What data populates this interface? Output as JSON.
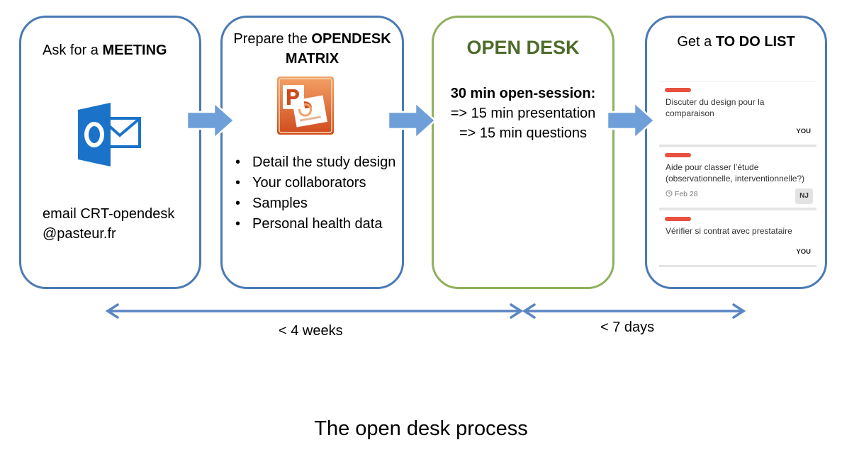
{
  "steps": [
    {
      "title_prefix": "Ask for a ",
      "title_bold": "MEETING",
      "icon": "outlook-icon",
      "email_line1": "email CRT-opendesk",
      "email_line2": "@pasteur.fr"
    },
    {
      "title_prefix": "Prepare the ",
      "title_bold": "OPENDESK MATRIX",
      "icon": "powerpoint-icon",
      "items": [
        "Detail the study design",
        "Your collaborators",
        "Samples",
        "Personal health data"
      ]
    },
    {
      "title": "OPEN DESK",
      "line1": "30 min open-session:",
      "line2": "=> 15 min presentation",
      "line3": "=> 15 min questions"
    },
    {
      "title_prefix": "Get a ",
      "title_bold": "TO DO LIST",
      "cards": [
        {
          "text": "Discuter du design pour la comparaison",
          "owner": "YOU"
        },
        {
          "text": "Aide pour classer l’étude (observationnelle, interventionnelle?)",
          "date": "Feb 28",
          "owner": "NJ"
        },
        {
          "text": "Vérifier si contrat avec prestataire",
          "owner": "YOU"
        }
      ]
    }
  ],
  "timeline": {
    "label_weeks": "< 4 weeks",
    "label_days": "< 7 days"
  },
  "caption": "The open desk process",
  "colors": {
    "box_border": "#4a7ab5",
    "open_desk_border": "#8fb05a",
    "open_desk_title": "#4d6b2a",
    "arrow_fill": "#6f9fd8",
    "timeline_arrow": "#5b86c2",
    "card_bar": "#e8503f",
    "outlook_blue": "#1a73c9",
    "powerpoint_orange": "#d04a1c"
  }
}
